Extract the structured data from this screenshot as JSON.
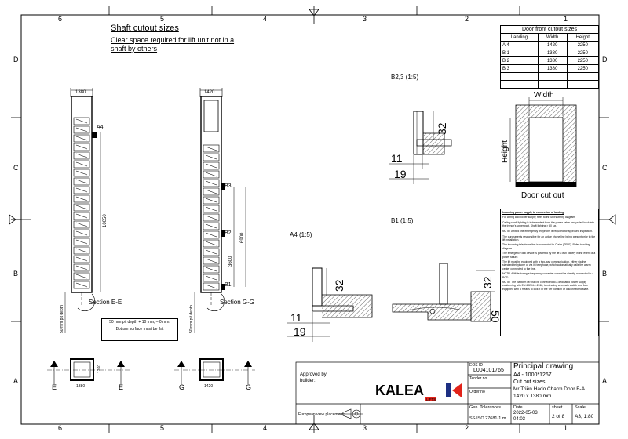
{
  "drawing": {
    "title": "Shaft cutout sizes",
    "subtitle": "Clear space required for lift unit not in a shaft by others",
    "grid_cols": [
      "6",
      "5",
      "4",
      "3",
      "2",
      "1"
    ],
    "grid_rows": [
      "D",
      "C",
      "B",
      "A"
    ]
  },
  "sections": {
    "e_label": "Section E-E",
    "g_label": "Section G-G",
    "e_width": "1380",
    "g_width": "1420",
    "pit_depth": "50 mm pit depth",
    "floor_a4": "A4",
    "floor_b3": "B3",
    "floor_b2": "B2",
    "floor_b1": "B1",
    "dim_total_e": "10050",
    "dim_6900": "6900",
    "dim_3600": "3600"
  },
  "plan": {
    "e_marker": "E",
    "g_marker": "G",
    "e_width": "1380",
    "e_depth": "1260",
    "g_width": "1420"
  },
  "details": {
    "b23_label": "B2,3 (1:5)",
    "b1_label": "B1 (1:5)",
    "a4_label": "A4 (1:5)",
    "dim_32": "32",
    "dim_11": "11",
    "dim_19": "19",
    "dim_50": "50"
  },
  "cutout": {
    "width_label": "Width",
    "height_label": "Height",
    "caption": "Door cut out"
  },
  "door_table": {
    "title": "Door front cutout sizes",
    "headers": [
      "Landing",
      "Width",
      "Height"
    ],
    "rows": [
      [
        "A 4",
        "1420",
        "2250"
      ],
      [
        "B 1",
        "1380",
        "2250"
      ],
      [
        "B 2",
        "1380",
        "2250"
      ],
      [
        "B 3",
        "1380",
        "2250"
      ]
    ]
  },
  "pit_note": {
    "line1": "50 mm  pit depth + 10 mm, – 0 mm.",
    "line2": "Bottom surface must be flat"
  },
  "notes": {
    "heading": "Incoming power supply to connection of landing",
    "paragraphs": [
      "For wiring and power supply, refer to the unit's wiring diagram.",
      "Ceiling shaft lighting is independent from the power cable and pulled back into the trench's upper part. Shaft lighting > 50 lux.",
      "NOTE! A fixed line emergency telephone is required for approved inspection.",
      "The purchaser is responsible for an active phone line being present prior to the lift installation.",
      "The incoming telephone line is connected to Claire (TELE). Refer to wiring diagram.",
      "The emergency dial device is powered by the lift's own battery in the event of a power failure.",
      "The lift must be equipped with a two-way communication, either via the standard telephone or via lift telephone, which automatically calls the alarm center connected to the line.",
      "NOTE! A lift featuring a frequency converter cannot be directly connected to a RCD.",
      "NOTE! The platform lift shall be connected to a dedicated power supply conforming with EN 60204-1:2018, terminating at a main switch and fuse equipped with a means to lock it in the 'off' position or disconnected state."
    ]
  },
  "title_block": {
    "approved_by": "Approved by builder:",
    "projection": "European view placement:",
    "eos_label": "EOS ID",
    "eos_id": "L004101765",
    "tender_label": "Tender no",
    "order_label": "Order no",
    "tol_label": "Gen. Tolerances",
    "tol_value": "SS-ISO 27681-1 m",
    "date_label": "Date",
    "date_value": "2022-05-03",
    "date_time": "04:03",
    "doc_title": "Principal drawing",
    "line2": "A4 - 1000*1267",
    "line3": "Cut out sizes",
    "line4": "Mr Triền Hado Charm Door B-A",
    "line5": "1420 x 1380 mm",
    "sheet_label": "sheet",
    "sheet_value": "2 of 8",
    "scale_label": "Scale:",
    "scale_value": "A3, 1:80",
    "brand": "KALEA",
    "brand_sub": "LIFTS",
    "brand_color": "#1d2f82",
    "brand_accent": "#e2231a"
  }
}
